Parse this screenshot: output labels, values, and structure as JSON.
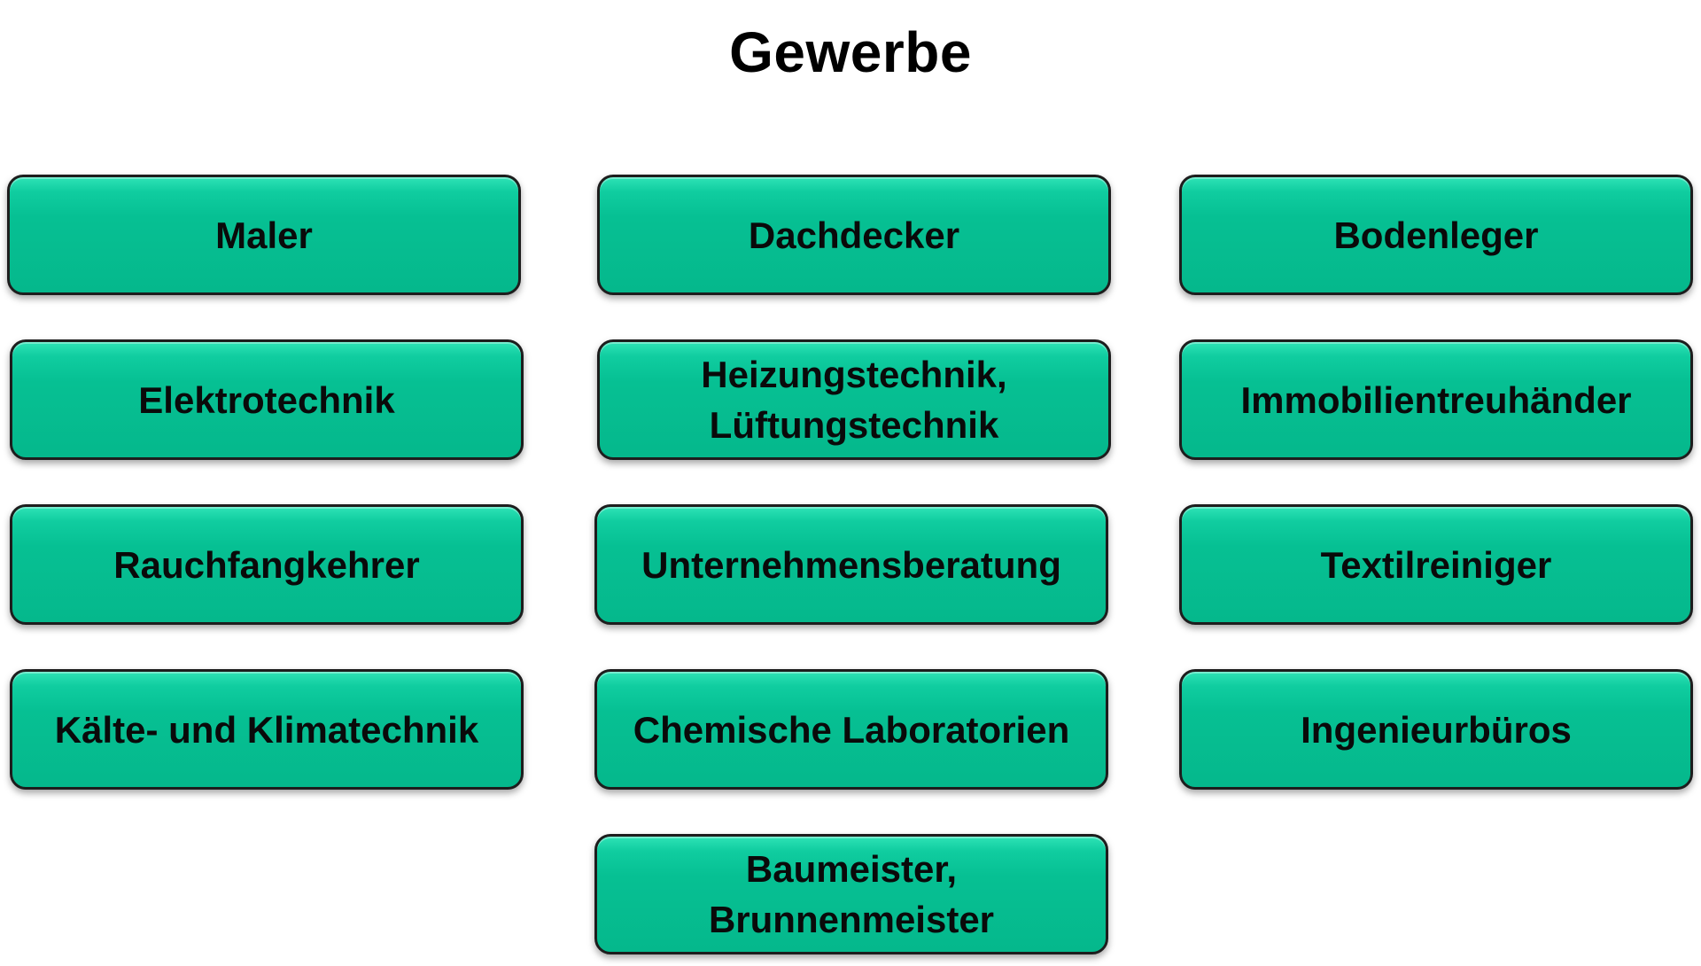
{
  "title": "Gewerbe",
  "boxes": {
    "maler": "Maler",
    "dachdecker": "Dachdecker",
    "bodenleger": "Bodenleger",
    "elektrotechnik": "Elektrotechnik",
    "heizungstechnik": "Heizungstechnik,\nLüftungstechnik",
    "immobilientreuhaender": "Immobilientreuhänder",
    "rauchfangkehrer": "Rauchfangkehrer",
    "unternehmensberatung": "Unternehmensberatung",
    "textilreiniger": "Textilreiniger",
    "kaelte_klimatechnik": "Kälte- und Klimatechnik",
    "chemische_laboratorien": "Chemische Laboratorien",
    "ingenieurbueros": "Ingenieurbüros",
    "baumeister": "Baumeister,\nBrunnenmeister"
  },
  "colors": {
    "box_fill": "#06c093",
    "box_highlight": "#2fe3b6",
    "box_border": "#1d1d1d",
    "text": "#0a0a0a"
  }
}
